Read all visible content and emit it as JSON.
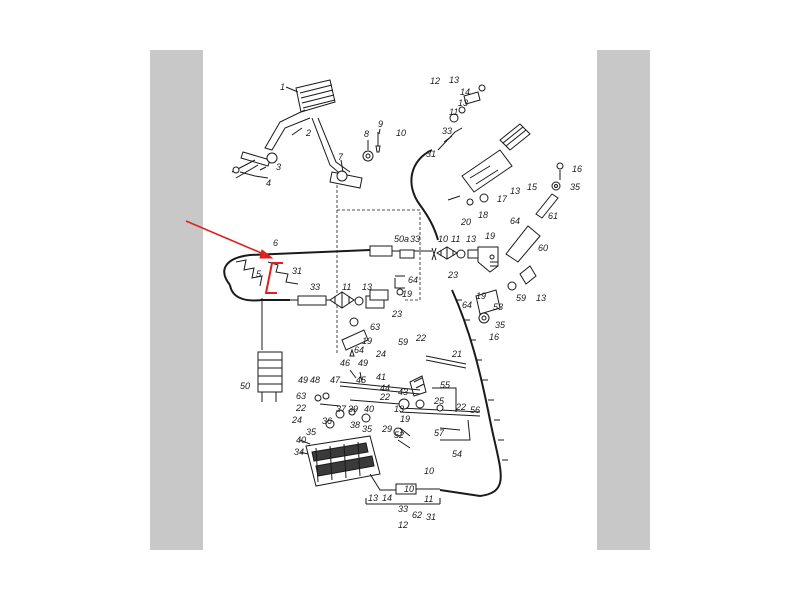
{
  "diagram": {
    "labels": {
      "l1": "1",
      "l2": "2",
      "l3": "3",
      "l4": "4",
      "l5": "5",
      "l6": "6",
      "l7": "7",
      "l8": "8",
      "l9": "9",
      "l10a": "10",
      "l10b": "10",
      "l10c": "10",
      "l10d": "10",
      "l11a": "11",
      "l11b": "11",
      "l11c": "11",
      "l11d": "11",
      "l12a": "12",
      "l12b": "12",
      "l13a": "13",
      "l13b": "13",
      "l13c": "13",
      "l13d": "13",
      "l13e": "13",
      "l13f": "13",
      "l13g": "13",
      "l14a": "14",
      "l14b": "14",
      "l15": "15",
      "l16a": "16",
      "l16b": "16",
      "l17": "17",
      "l18": "18",
      "l19a": "19",
      "l19b": "19",
      "l19c": "19",
      "l19d": "19",
      "l19e": "19",
      "l20": "20",
      "l21": "21",
      "l22a": "22",
      "l22b": "22",
      "l22c": "22",
      "l22d": "22",
      "l23a": "23",
      "l23b": "23",
      "l24a": "24",
      "l24b": "24",
      "l25": "25",
      "l29": "29",
      "l31a": "31",
      "l31b": "31",
      "l31c": "31",
      "l33a": "33",
      "l33b": "33",
      "l33c": "33",
      "l34": "34",
      "l35a": "35",
      "l35b": "35",
      "l35c": "35",
      "l35d": "35",
      "l36": "36",
      "l37": "37",
      "l38": "38",
      "l39": "39",
      "l40a": "40",
      "l40b": "40",
      "l41": "41",
      "l43": "43",
      "l44": "44",
      "l45": "45",
      "l46": "46",
      "l47": "47",
      "l48": "48",
      "l49a": "49",
      "l49b": "49",
      "l50a": "50",
      "l50b": "50a",
      "l52": "52",
      "l53": "53",
      "l54": "54",
      "l55": "55",
      "l56": "56",
      "l57": "57",
      "l59": "59",
      "l60": "60",
      "l61": "61",
      "l62": "62",
      "l63a": "63",
      "l63b": "63",
      "l64a": "64",
      "l64b": "64",
      "l64c": "64",
      "l64d": "64"
    },
    "colors": {
      "line": "#1a1a1a",
      "highlight": "#e02020",
      "side_bands": "#c8c8c8",
      "background": "#ffffff"
    }
  }
}
